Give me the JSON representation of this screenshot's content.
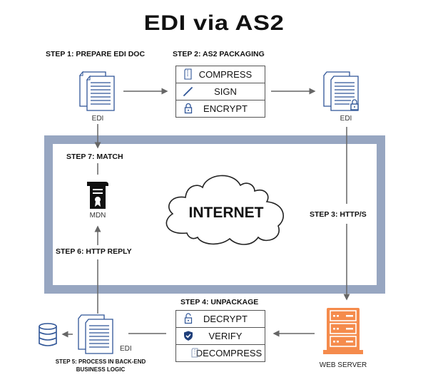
{
  "title": "EDI via AS2",
  "steps": {
    "step1": "STEP 1: PREPARE EDI DOC",
    "step2": "STEP 2: AS2 PACKAGING",
    "step3": "STEP 3: HTTP/S",
    "step4": "STEP 4: UNPACKAGE",
    "step5_line1": "STEP 5: PROCESS IN BACK-END",
    "step5_line2": "BUSINESS LOGIC",
    "step6": "STEP 6: HTTP  REPLY",
    "step7": "STEP 7: MATCH"
  },
  "packaging": [
    {
      "icon": "zip-file-icon",
      "label": "COMPRESS"
    },
    {
      "icon": "pen-icon",
      "label": "SIGN"
    },
    {
      "icon": "lock-icon",
      "label": "ENCRYPT"
    }
  ],
  "unpackaging": [
    {
      "icon": "unlock-icon",
      "label": "DECRYPT"
    },
    {
      "icon": "shield-check-icon",
      "label": "VERIFY"
    },
    {
      "icon": "zip-file-icon",
      "label": "DECOMPRESS"
    }
  ],
  "labels": {
    "edi_source": "EDI",
    "edi_encrypted": "EDI",
    "edi_received": "EDI",
    "mdn": "MDN",
    "internet": "INTERNET",
    "web_server": "WEB SERVER"
  },
  "colors": {
    "document_blue": "#2f5597",
    "frame": "#97a6c1",
    "server_orange": "#f58b4c",
    "arrow": "#666666"
  }
}
